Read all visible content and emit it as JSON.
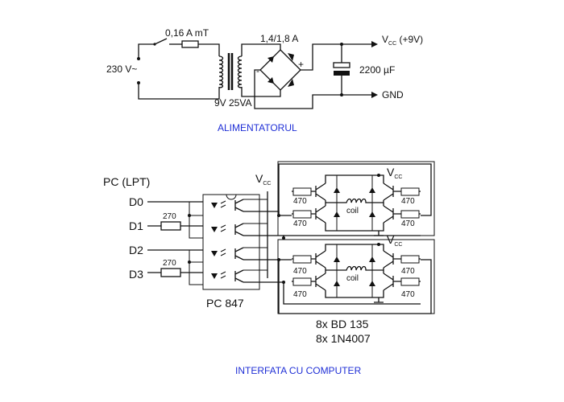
{
  "power_supply": {
    "fuse_label": "0,16 A mT",
    "mains_label": "230 V~",
    "transformer_label": "9V 25VA",
    "bridge_label": "1,4/1,8 A",
    "bridge_plus": "+",
    "bridge_minus": "-",
    "capacitor_label": "2200 µF",
    "vcc_label": "V",
    "vcc_sub": "CC",
    "vcc_suffix": " (+9V)",
    "gnd_label": "GND",
    "caption": "ALIMENTATORUL"
  },
  "interface": {
    "port_label": "PC (LPT)",
    "data_lines": [
      "D0",
      "D1",
      "D2",
      "D3"
    ],
    "input_resistors": [
      "270",
      "270"
    ],
    "optocoupler_label": "PC 847",
    "vcc_label": "V",
    "vcc_sub": "CC",
    "driver_resistors": [
      "470",
      "470",
      "470",
      "470",
      "470",
      "470",
      "470",
      "470"
    ],
    "coil_labels": [
      "coil",
      "coil"
    ],
    "parts_line1": "8x BD 135",
    "parts_line2": "8x 1N4007",
    "caption": "INTERFATA CU COMPUTER"
  },
  "colors": {
    "caption": "#1f2fd6",
    "wire": "#111111"
  }
}
